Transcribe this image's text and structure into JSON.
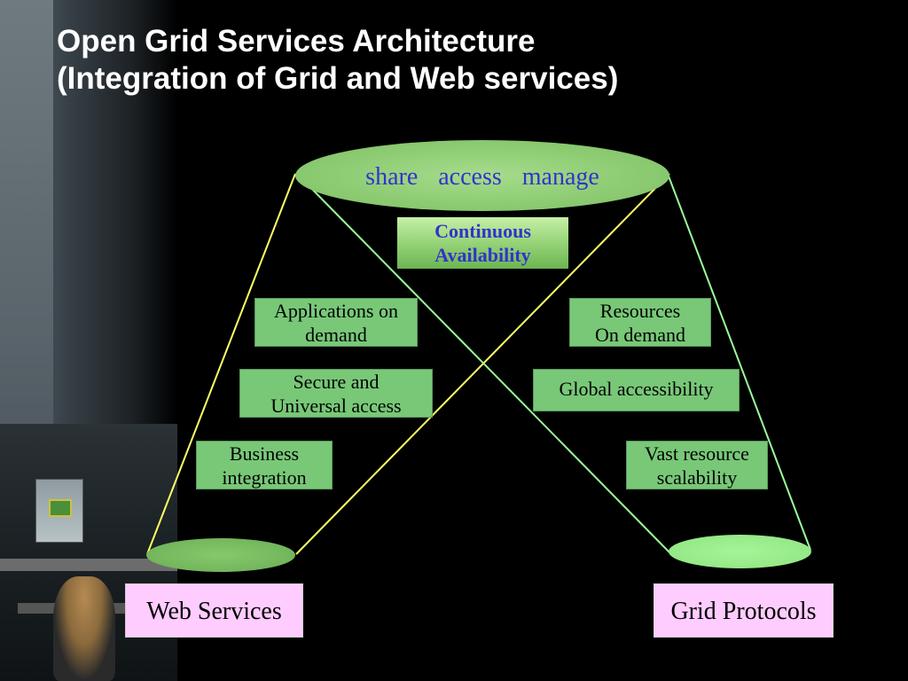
{
  "title": {
    "line1": "Open Grid Services Architecture",
    "line2": "(Integration of Grid and Web services)"
  },
  "top_ellipse": {
    "verbs": [
      "share",
      "access",
      "manage"
    ]
  },
  "center_box": {
    "line1": "Continuous",
    "line2": "Availability"
  },
  "left_features": [
    {
      "line1": "Applications on",
      "line2": "demand"
    },
    {
      "line1": "Secure and",
      "line2": "Universal access"
    },
    {
      "line1": "Business",
      "line2": "integration"
    }
  ],
  "right_features": [
    {
      "line1": "Resources",
      "line2": "On demand"
    },
    {
      "line1": "Global accessibility",
      "line2": ""
    },
    {
      "line1": "Vast resource",
      "line2": "scalability"
    }
  ],
  "bases": {
    "left": "Web Services",
    "right": "Grid Protocols"
  },
  "colors": {
    "background": "#000000",
    "feature_box": "#78c878",
    "base_label": "#ffccff",
    "verb_text": "#3333cc",
    "web_services_lines": "#ffff66",
    "grid_protocols_lines": "#99ff99"
  }
}
